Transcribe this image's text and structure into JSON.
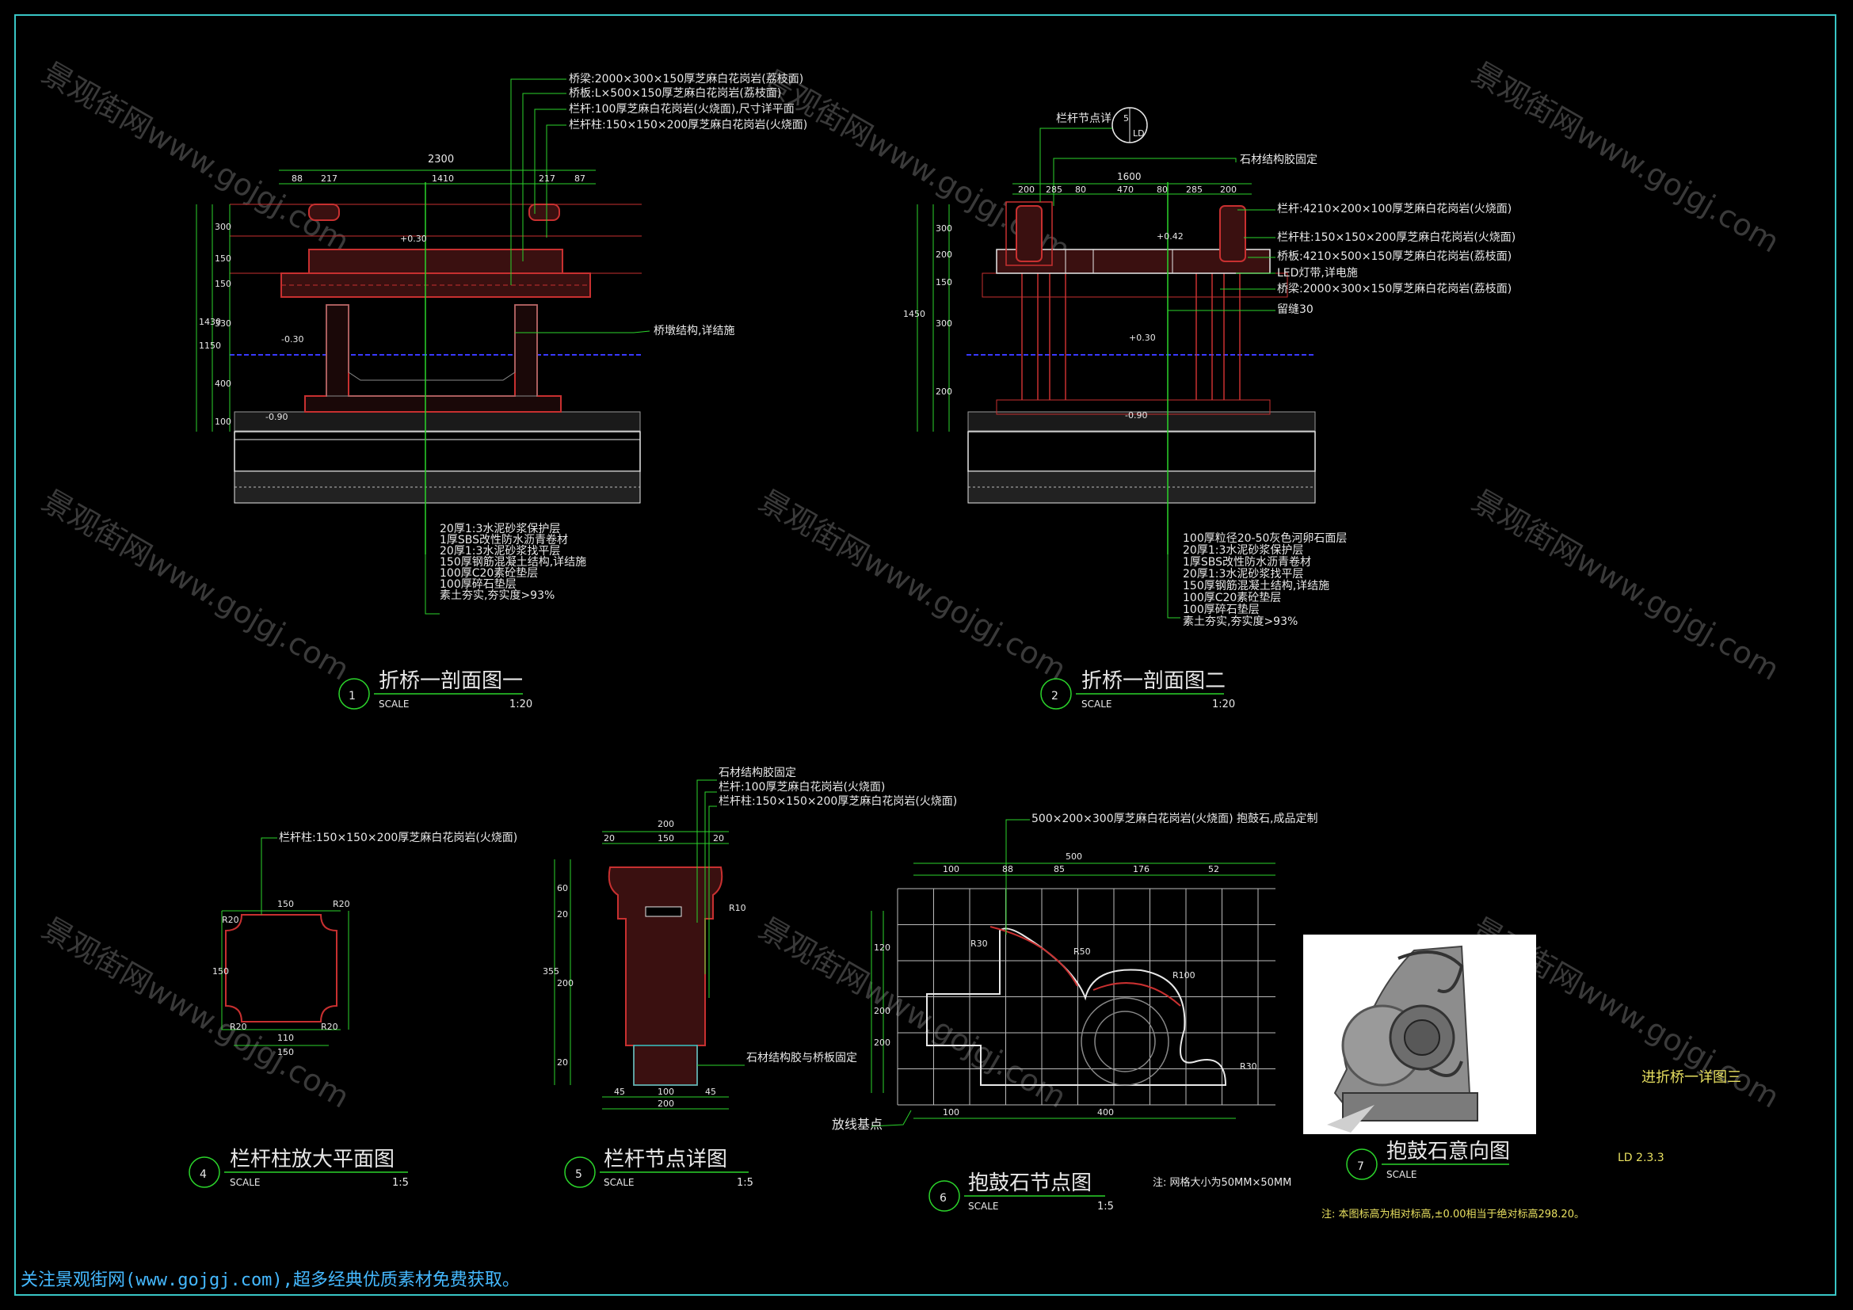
{
  "watermark": "景观街网www.gojgj.com",
  "footer": "关注景观街网(www.gojgj.com),超多经典优质素材免费获取。",
  "colors": {
    "bg": "#000000",
    "frame": "#39c6c6",
    "green": "#2bd42b",
    "red": "#c83030",
    "white": "#e8e8e8",
    "yellow": "#e8e060",
    "blue": "#4040ff",
    "footer": "#45b9ff"
  },
  "d1": {
    "num": "1",
    "title": "折桥一剖面图一",
    "scale_label": "SCALE",
    "scale": "1:20",
    "callouts": [
      "桥梁:2000×300×150厚芝麻白花岗岩(荔枝面)",
      "桥板:L×500×150厚芝麻白花岗岩(荔枝面)",
      "栏杆:100厚芝麻白花岗岩(火烧面),尺寸详平面",
      "栏杆柱:150×150×200厚芝麻白花岗岩(火烧面)"
    ],
    "overall": "2300",
    "dims_top": [
      "88",
      "217",
      "1410",
      "217",
      "87"
    ],
    "dims_left": [
      "300",
      "150",
      "150",
      "330",
      "400",
      "100"
    ],
    "total_h": "1430",
    "sub_h": "1150",
    "struct_note": "桥墩结构,详结施",
    "elev_deck": "+0.30",
    "elev_water": "-0.30",
    "elev_bottom": "-0.90",
    "layers": [
      "20厚1:3水泥砂浆保护层",
      "1厚SBS改性防水沥青卷材",
      "20厚1:3水泥砂浆找平层",
      "150厚钢筋混凝土结构,详结施",
      "100厚C20素砼垫层",
      "100厚碎石垫层",
      "素土夯实,夯实度>93%"
    ]
  },
  "d2": {
    "num": "2",
    "title": "折桥一剖面图二",
    "scale_label": "SCALE",
    "scale": "1:20",
    "detail_ref": "栏杆节点详",
    "ref_top": "5",
    "ref_bottom": "LD",
    "top_note": "石材结构胶固定",
    "overall": "1600",
    "dims_top": [
      "200",
      "285",
      "80",
      "470",
      "80",
      "285",
      "200"
    ],
    "dims_left": [
      "300",
      "200",
      "150",
      "300",
      "200"
    ],
    "total_h": "1450",
    "callouts": [
      "栏杆:4210×200×100厚芝麻白花岗岩(火烧面)",
      "栏杆柱:150×150×200厚芝麻白花岗岩(火烧面)",
      "桥板:4210×500×150厚芝麻白花岗岩(荔枝面)",
      "LED灯带,详电施",
      "桥梁:2000×300×150厚芝麻白花岗岩(荔枝面)",
      "留缝30"
    ],
    "elev_deck": "+0.42",
    "elev_water": "+0.30",
    "elev_bottom": "-0.90",
    "layers": [
      "100厚粒径20-50灰色河卵石面层",
      "20厚1:3水泥砂浆保护层",
      "1厚SBS改性防水沥青卷材",
      "20厚1:3水泥砂浆找平层",
      "150厚钢筋混凝土结构,详结施",
      "100厚C20素砼垫层",
      "100厚碎石垫层",
      "素土夯实,夯实度>93%"
    ]
  },
  "d4": {
    "num": "4",
    "title": "栏杆柱放大平面图",
    "scale_label": "SCALE",
    "scale": "1:5",
    "callout": "栏杆柱:150×150×200厚芝麻白花岗岩(火烧面)",
    "dims": [
      "150",
      "110",
      "150",
      "R20",
      "R20",
      "R20",
      "R20"
    ]
  },
  "d5": {
    "num": "5",
    "title": "栏杆节点详图",
    "scale_label": "SCALE",
    "scale": "1:5",
    "callouts": [
      "石材结构胶固定",
      "栏杆:100厚芝麻白花岗岩(火烧面)",
      "栏杆柱:150×150×200厚芝麻白花岗岩(火烧面)"
    ],
    "bottom_note": "石材结构胶与桥板固定",
    "dims_top": [
      "200",
      "20",
      "150",
      "20"
    ],
    "dims_left": [
      "60",
      "20",
      "200",
      "20"
    ],
    "total": "355",
    "r": "R10",
    "dims_bottom": [
      "45",
      "100",
      "45",
      "200"
    ]
  },
  "d6": {
    "num": "6",
    "title": "抱鼓石节点图",
    "scale_label": "SCALE",
    "scale": "1:5",
    "callout": "500×200×300厚芝麻白花岗岩(火烧面) 抱鼓石,成品定制",
    "overall": "500",
    "dims_top": [
      "100",
      "88",
      "85",
      "176",
      "52"
    ],
    "dims_left": [
      "120",
      "200",
      "200"
    ],
    "dims_bottom": [
      "100",
      "400"
    ],
    "radii": [
      "R30",
      "R50",
      "R100",
      "R30"
    ],
    "grid_label": "放线基点",
    "note": "注: 网格大小为50MM×50MM"
  },
  "d7": {
    "num": "7",
    "title": "抱鼓石意向图",
    "scale_label": "SCALE"
  },
  "sheet_title": "进折桥一详图三",
  "sheet_code": "LD 2.3.3",
  "bottom_note": "注: 本图标高为相对标高,±0.00相当于绝对标高298.20。"
}
